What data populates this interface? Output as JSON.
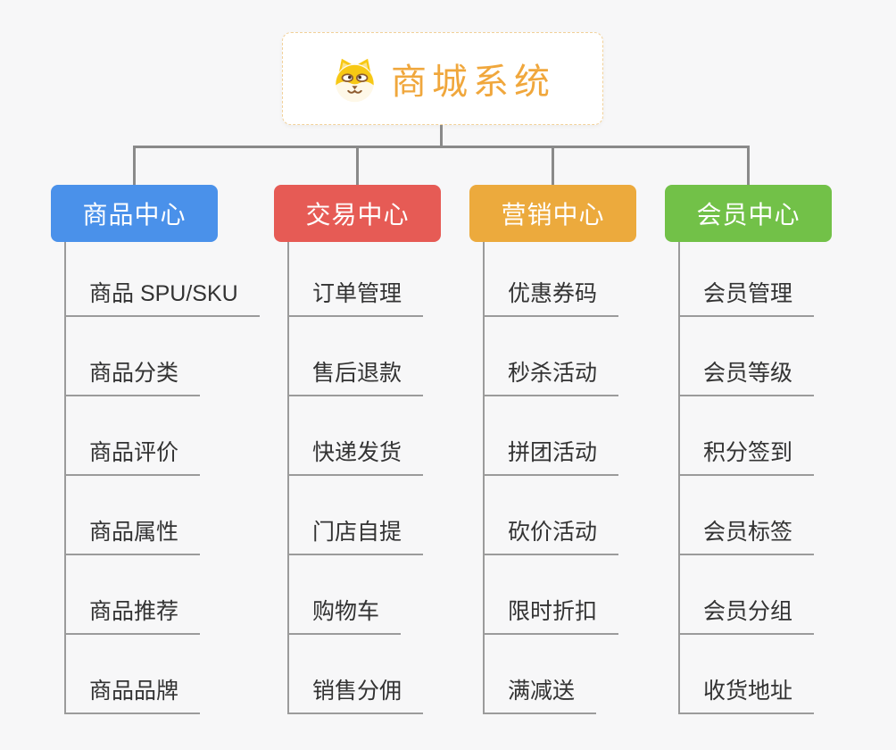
{
  "canvas": {
    "background": "#F7F7F8"
  },
  "root": {
    "title": "商城系统",
    "icon": "shiba-dog-icon",
    "title_color": "#F0A73C",
    "box_background": "#FFFFFF",
    "box_border_color": "#F2D199"
  },
  "connectors": {
    "color": "#8A8A8A"
  },
  "leaf_style": {
    "line_color": "#9B9B9B",
    "text_color": "#333333"
  },
  "branches": [
    {
      "id": "product-center",
      "label": "商品中心",
      "color": "#4A91EA",
      "items": [
        "商品 SPU/SKU",
        "商品分类",
        "商品评价",
        "商品属性",
        "商品推荐",
        "商品品牌"
      ]
    },
    {
      "id": "trade-center",
      "label": "交易中心",
      "color": "#E65B55",
      "items": [
        "订单管理",
        "售后退款",
        "快递发货",
        "门店自提",
        "购物车",
        "销售分佣"
      ]
    },
    {
      "id": "marketing-center",
      "label": "营销中心",
      "color": "#ECAA3D",
      "items": [
        "优惠券码",
        "秒杀活动",
        "拼团活动",
        "砍价活动",
        "限时折扣",
        "满减送"
      ]
    },
    {
      "id": "member-center",
      "label": "会员中心",
      "color": "#72C148",
      "items": [
        "会员管理",
        "会员等级",
        "积分签到",
        "会员标签",
        "会员分组",
        "收货地址"
      ]
    }
  ]
}
